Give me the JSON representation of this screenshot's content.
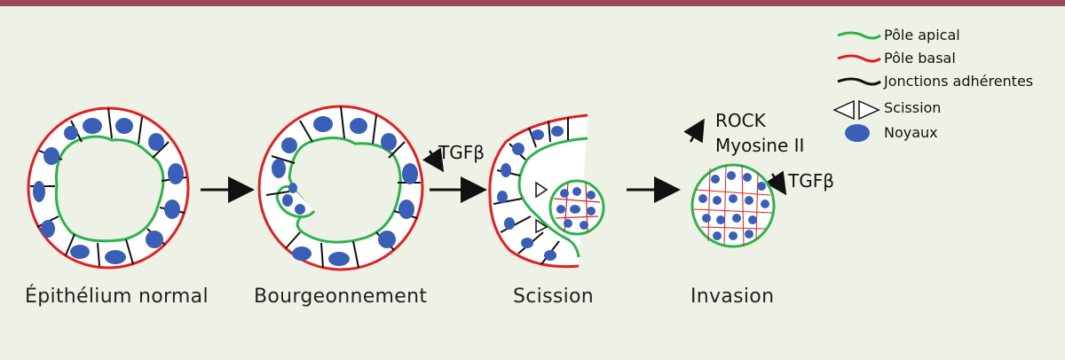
{
  "stages": [
    {
      "label": "Épithélium normal"
    },
    {
      "label": "Bourgeonnement"
    },
    {
      "label": "Scission"
    },
    {
      "label": "Invasion"
    }
  ],
  "factors": {
    "tgf_1": "TGFβ",
    "rock": "ROCK",
    "myosin": "Myosine II",
    "tgf_2": "TGFβ"
  },
  "legend": [
    {
      "label": "Pôle apical",
      "color": "#2db34a",
      "icon": "green-line"
    },
    {
      "label": "Pôle basal",
      "color": "#e02020",
      "icon": "red-line"
    },
    {
      "label": "Jonctions adhérentes",
      "color": "#111111",
      "icon": "black-line"
    },
    {
      "label": "Scission",
      "color": "#111111",
      "icon": "scission-triangles"
    },
    {
      "label": "Noyaux",
      "color": "#3a5fb8",
      "icon": "nucleus-oval"
    }
  ],
  "colors": {
    "apical": "#2db34a",
    "basal": "#e02020",
    "junction": "#111111",
    "nucleus": "#3a5fb8",
    "cell_fill": "#ffffff",
    "background": "#eef2e6",
    "top_bar": "#9b4a5a"
  }
}
